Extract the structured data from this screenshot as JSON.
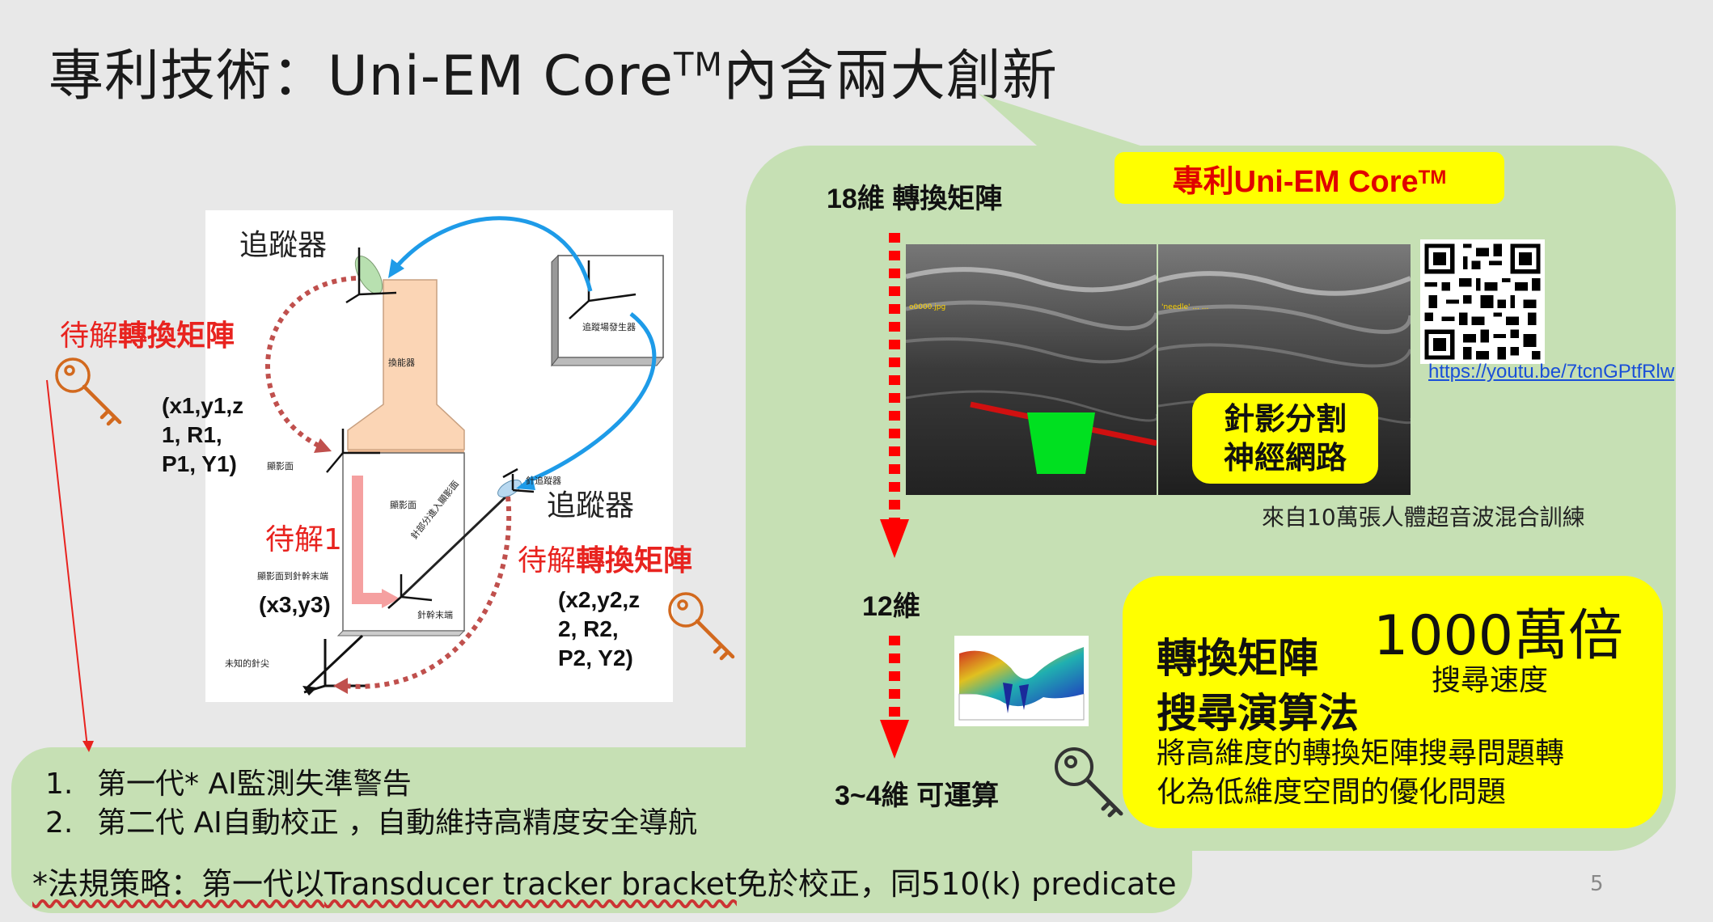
{
  "slide": {
    "title": "專利技術：Uni-EM Core",
    "title_tm": "TM",
    "title_suffix": "內含兩大創新",
    "page_number": "5"
  },
  "patent_tag": {
    "text": "專利Uni-EM Core",
    "tm": "TM"
  },
  "pipeline": {
    "dim_18": "18維 轉換矩陣",
    "dim_12": "12維",
    "dim_34": "3~4維 可運算"
  },
  "ultrasound": {
    "left_caption": "o0000.jpg",
    "right_caption": "'needle'  ...  ...",
    "nn_badge_line1": "針影分割",
    "nn_badge_line2": "神經網路",
    "training_note": "來自10萬張人體超音波混合訓練"
  },
  "qr": {
    "link_text": "https://youtu.be/7tcnGPtfRlw"
  },
  "algorithm": {
    "title_line1": "轉換矩陣",
    "title_line2": "搜尋演算法",
    "big_number": "1000萬倍",
    "big_sub": "搜尋速度",
    "desc_line1": "將高維度的轉換矩陣搜尋問題轉",
    "desc_line2": "化為低維度空間的優化問題"
  },
  "diagram": {
    "tracker_top": "追蹤器",
    "tracker_right": "追蹤器",
    "unsolved_top_prefix": "待解",
    "unsolved_top_bold": "轉換矩陣",
    "unsolved_right_prefix": "待解",
    "unsolved_right_bold": "轉換矩陣",
    "unsolved_1": "待解1",
    "coords_1": [
      "(x1,y1,z",
      "1, R1,",
      "P1, Y1)"
    ],
    "coords_2": [
      "(x2,y2,z",
      "2, R2,",
      "P2, Y2)"
    ],
    "coords_3": "(x3,y3)",
    "generator_label": "追蹤場發生器",
    "transducer_label": "換能器",
    "image_plane_top": "顯影面",
    "image_plane_mid": "顯影面",
    "image_plane_to_tip": "顯影面到針幹末端",
    "needle_into_plane": "針部分進入顯影面",
    "needle_tracker": "針追蹤器",
    "needle_end": "針幹末端",
    "unknown_tip": "未知的針尖"
  },
  "features": {
    "items": [
      {
        "num": "1.",
        "text": "第一代* AI監測失準警告"
      },
      {
        "num": "2.",
        "text": "第二代 AI自動校正 ，自動維持高精度安全導航"
      }
    ],
    "reg_prefix": "*法規策略：第一代以",
    "reg_device": "Transducer tracker bracket",
    "reg_suffix": "免於校正，同510(k) predicate"
  },
  "colors": {
    "green": "#c6e0b4",
    "yellow": "#ffff00",
    "red": "#e8231f",
    "arrow_red": "#c0504d",
    "blue_arrow": "#1e9be8",
    "key_orange": "#d2691e"
  },
  "icons": [
    "key-icon",
    "qr-code",
    "surface-plot-thumbnail",
    "dashed-down-arrow"
  ]
}
